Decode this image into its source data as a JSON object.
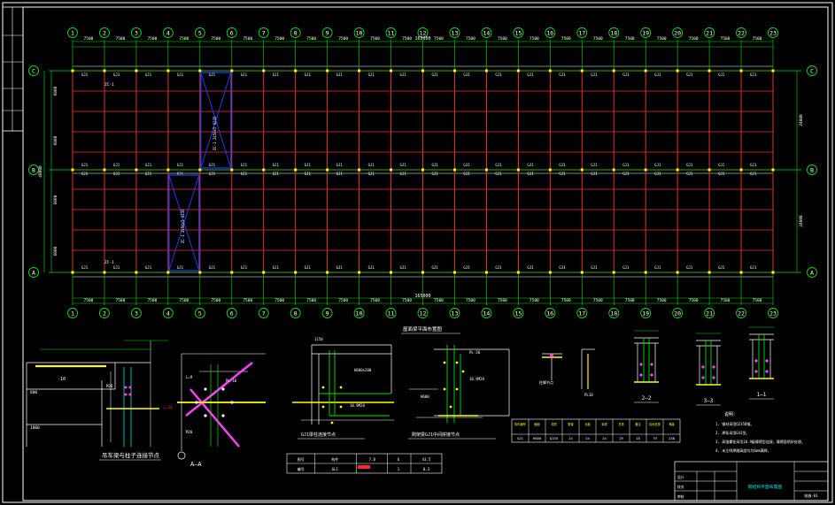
{
  "grid": {
    "column_labels": [
      "1",
      "2",
      "3",
      "4",
      "5",
      "6",
      "7",
      "8",
      "9",
      "10",
      "11",
      "12",
      "13",
      "14",
      "15",
      "16",
      "17",
      "18",
      "19",
      "20",
      "21",
      "22",
      "23"
    ],
    "row_labels_right": [
      "C",
      "B",
      "A"
    ],
    "row_labels_left": [
      "C",
      "B",
      "A"
    ],
    "bay_dims_top": [
      "7500",
      "7500",
      "7500",
      "7500",
      "7500",
      "7500",
      "7500",
      "7500",
      "7500",
      "7500",
      "7500",
      "7500",
      "7500",
      "7500",
      "7500",
      "7500",
      "7500",
      "7500",
      "7500",
      "7500",
      "7500",
      "7500"
    ],
    "total_dim_top": "165000",
    "bay_dims_bottom": [
      "7500",
      "7500",
      "7500",
      "7500",
      "7500",
      "7500",
      "7500",
      "7500",
      "7500",
      "7500",
      "7500",
      "7500",
      "7500",
      "7500",
      "7500",
      "7500",
      "7500",
      "7500",
      "7500",
      "7500",
      "7500",
      "7500"
    ],
    "total_dim_bottom": "165000",
    "span_dims_left": [
      "6000",
      "6000",
      "6000",
      "6000"
    ],
    "total_dim_left": "48000",
    "span_dims_right": [
      "24000",
      "24000"
    ],
    "member_label": "GJ1",
    "brace_label": "ZC-1",
    "brace_note": "ZC-1  2L50x5  Q235"
  },
  "details": {
    "plan_title": "屋面梁平面布置图",
    "detail1_title": "吊车梁与柱子连接节点",
    "detail2_title": "A—A",
    "detail3_title": "GJ1梁柱连接节点",
    "detail4_title": "刚架梁GJ1中间拼接节点",
    "detail5_title": "柱脚节点",
    "section_2": "2—2",
    "section_3": "3—3",
    "section_1": "1—1"
  },
  "table": {
    "headers": [
      "构件编号",
      "截面",
      "材质",
      "数量",
      "长度",
      "单重",
      "总重",
      "备注",
      "柱间支撑",
      "等级"
    ],
    "row": [
      "GJ1",
      "H600",
      "Q235",
      "24",
      "24",
      "24",
      "29",
      "18",
      "79",
      "238"
    ]
  },
  "notes": {
    "heading": "说明：",
    "items": [
      "1. 钢材采用Q235B钢。",
      "2. 焊条采用E43型。",
      "3. 高强螺栓采用10.9级摩擦型连接，摩擦面喷砂处理。",
      "4. 未注明焊缝高度均为6mm满焊。"
    ]
  },
  "small_table": {
    "rows": [
      [
        "图号",
        "构件",
        "7.8",
        "6",
        "43.5"
      ],
      [
        "编号",
        "GL1",
        "",
        "1",
        "0.3"
      ]
    ]
  },
  "title_block": {
    "drawing_name": "钢结构平面布置图",
    "rows": [
      "设计",
      "校对",
      "审核"
    ],
    "sheet_no": "结施-01"
  }
}
